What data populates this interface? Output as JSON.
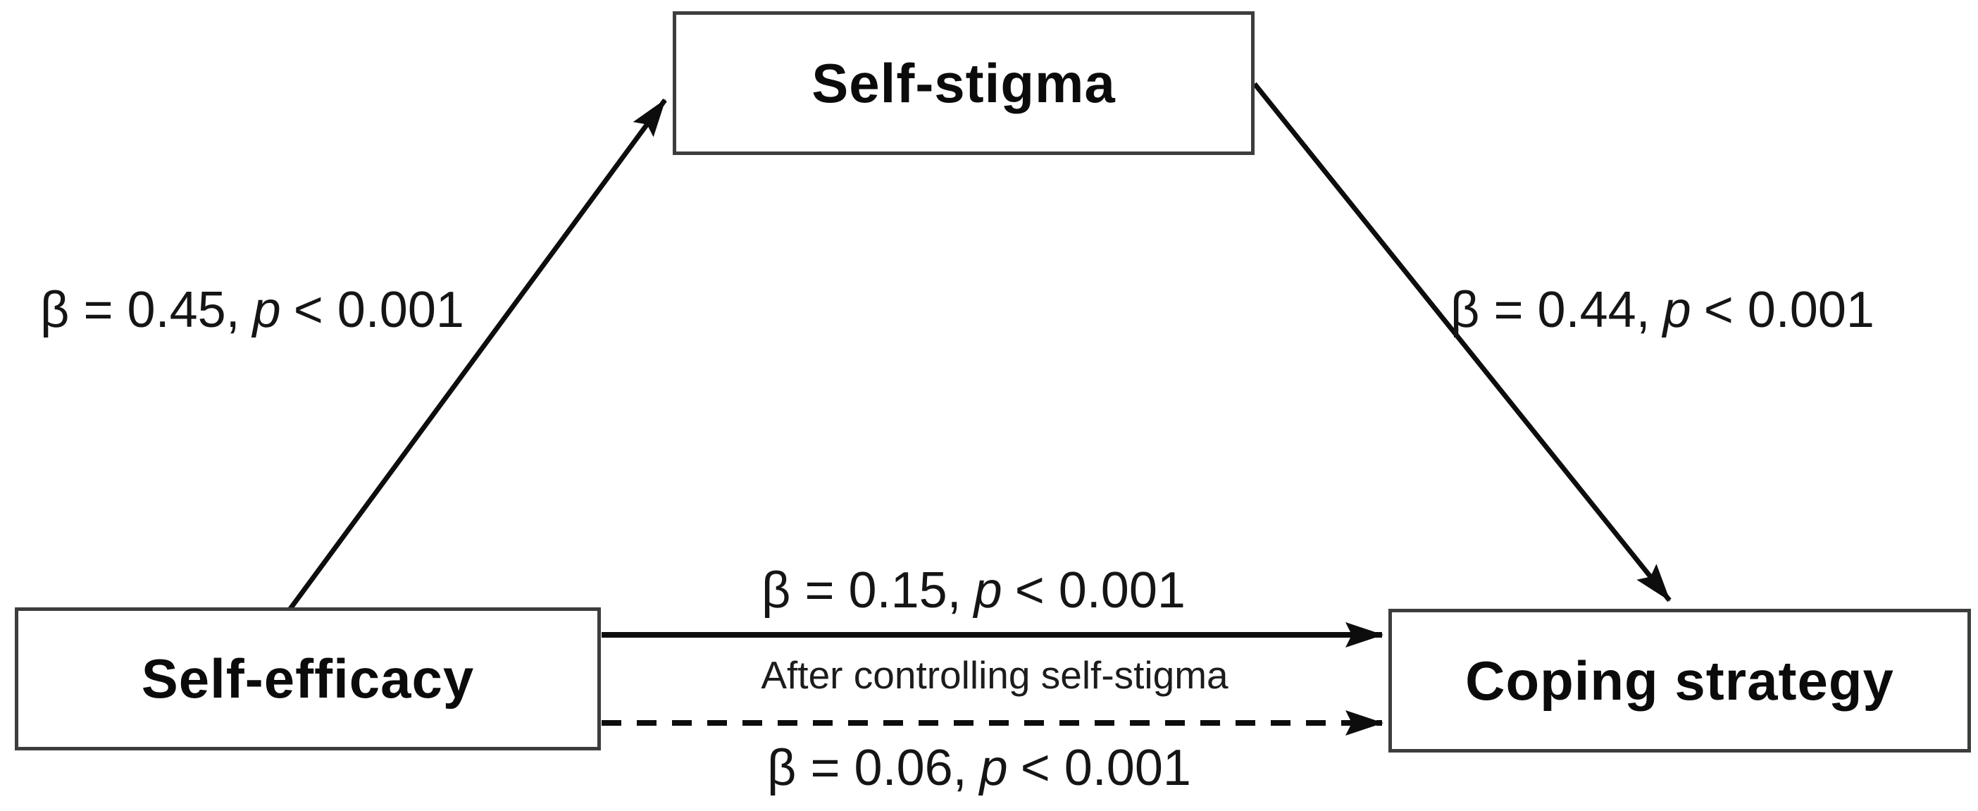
{
  "figure": {
    "background_color": "#ffffff",
    "line_color": "#0d0d0d",
    "box_border_color": "#3d3d3d",
    "text_color": "#151515"
  },
  "nodes": {
    "mediator": {
      "label": "Self-stigma"
    },
    "independent": {
      "label": "Self-efficacy"
    },
    "dependent": {
      "label": "Coping strategy"
    }
  },
  "paths": {
    "efficacy_to_stigma": {
      "coef": "β = 0.45,",
      "p_symbol": "p",
      "p_value": "< 0.001"
    },
    "stigma_to_coping": {
      "coef": "β = 0.44,",
      "p_symbol": "p",
      "p_value": "< 0.001"
    },
    "direct_effect": {
      "coef": "β = 0.15,",
      "p_symbol": "p",
      "p_value": "< 0.001"
    },
    "controlled_effect": {
      "coef": "β = 0.06,",
      "p_symbol": "p",
      "p_value": "< 0.001",
      "note": "After controlling self-stigma"
    }
  }
}
